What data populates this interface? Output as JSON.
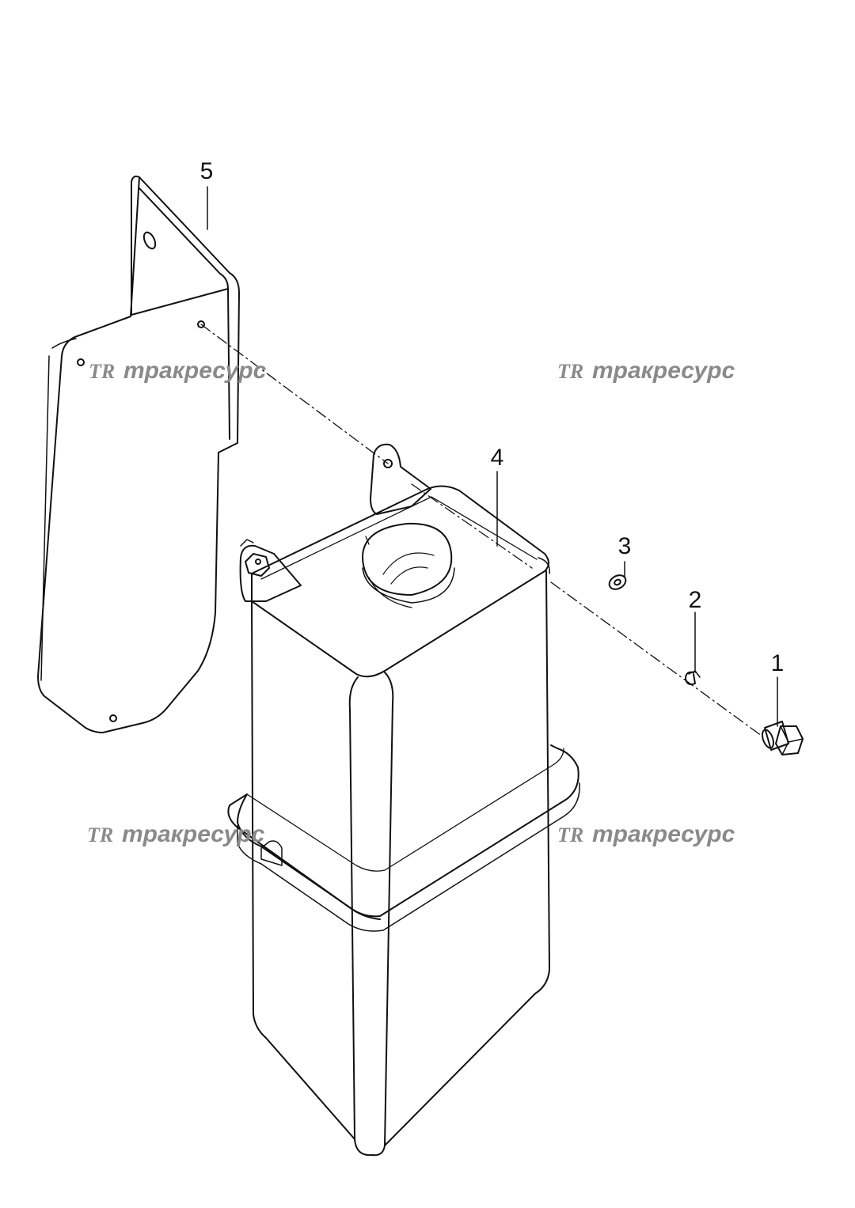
{
  "callouts": [
    "1",
    "2",
    "3",
    "4",
    "5"
  ],
  "watermark": {
    "logo": "TR",
    "text": "тракресурс"
  },
  "colors": {
    "line": "#111111",
    "watermark": "#8a8a8a",
    "background": "#ffffff"
  },
  "cap_marks": [
    "+",
    "+",
    "+",
    "+",
    "+"
  ]
}
